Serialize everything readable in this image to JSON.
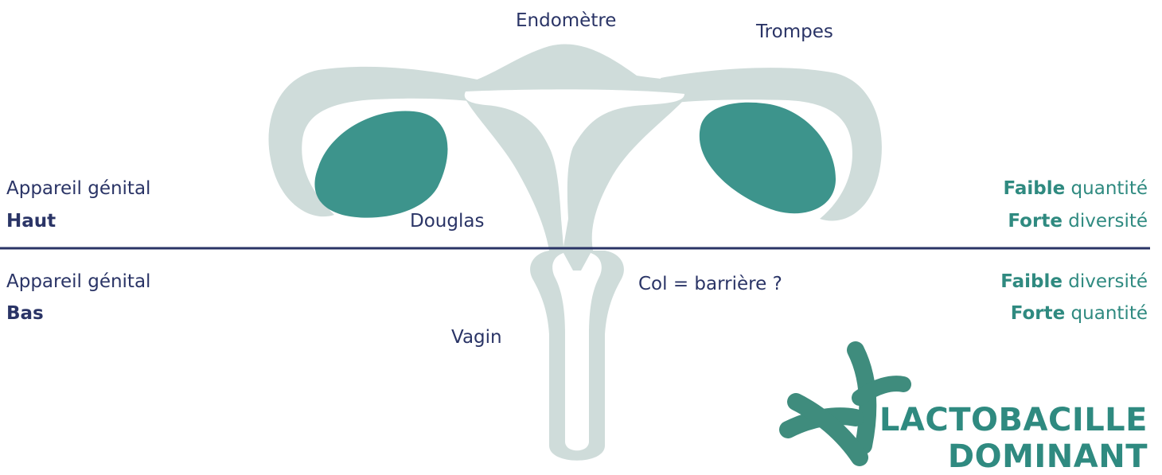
{
  "labels": {
    "endometre": "Endomètre",
    "trompes": "Trompes",
    "douglas": "Douglas",
    "col": "Col = barrière ?",
    "vagin": "Vagin"
  },
  "left": {
    "upper_line1": "Appareil génital",
    "upper_line2": "Haut",
    "lower_line1": "Appareil génital",
    "lower_line2": "Bas"
  },
  "right": {
    "upper": [
      {
        "bold": "Faible",
        "rest": " quantité"
      },
      {
        "bold": "Forte",
        "rest": " diversité"
      }
    ],
    "lower": [
      {
        "bold": "Faible",
        "rest": " diversité"
      },
      {
        "bold": "Forte",
        "rest": " quantité"
      }
    ]
  },
  "lacto": {
    "line1": "LACTOBACILLE",
    "line2": "DOMINANT"
  },
  "colors": {
    "organ": "#cfdcda",
    "ovary": "#3d948c",
    "navy": "#2a3466",
    "green": "#2f8a80",
    "bacteria": "#3f8c7d"
  },
  "icons": [
    "uterus-diagram",
    "lactobacillus-icon"
  ]
}
